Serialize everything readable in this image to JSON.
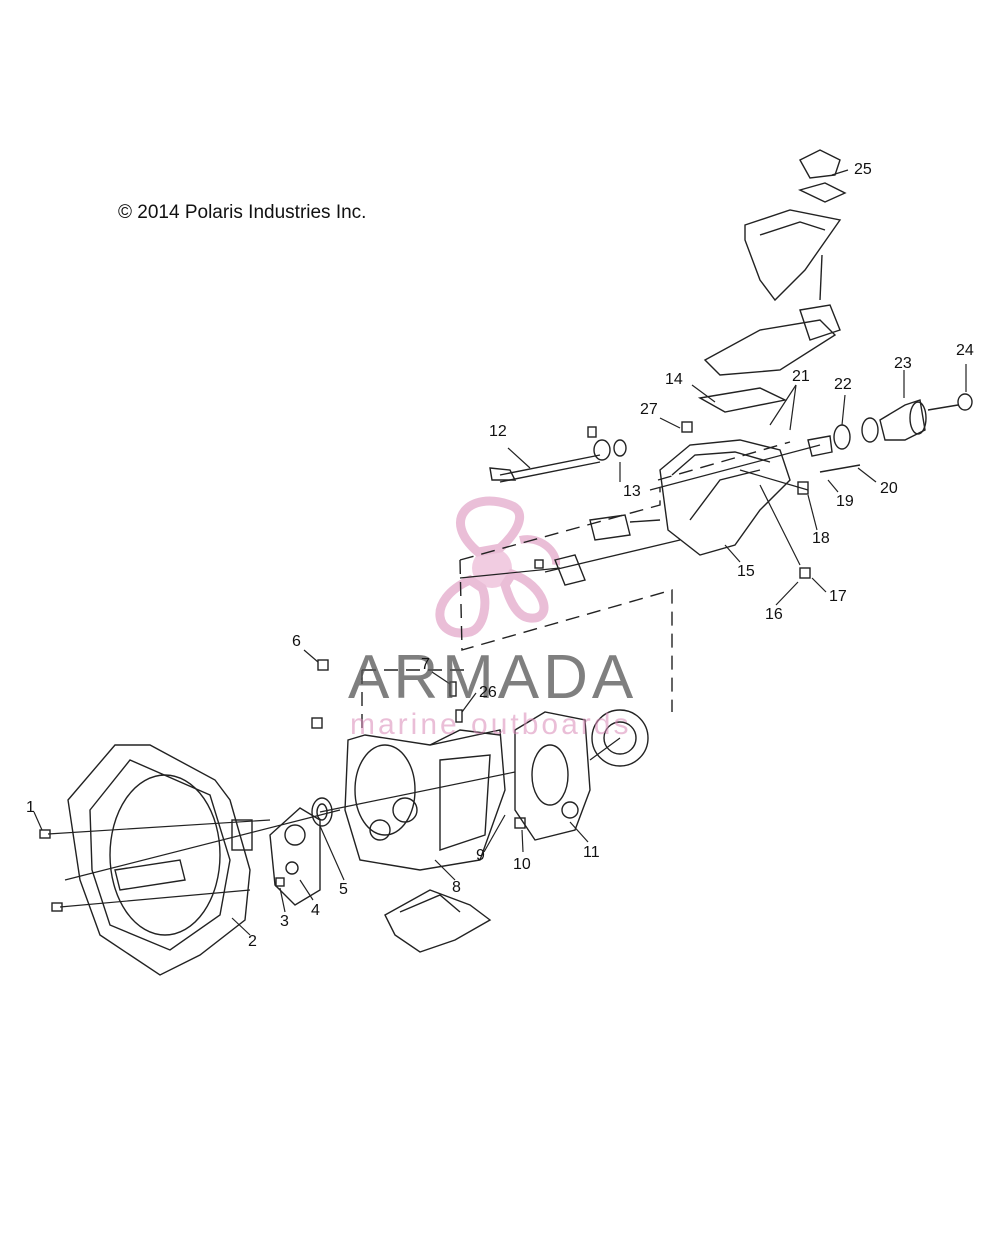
{
  "diagram": {
    "copyright": "© 2014 Polaris Industries Inc.",
    "watermark": {
      "brand": "ARMADA",
      "tagline": "marine outboards"
    },
    "callouts": [
      "1",
      "2",
      "3",
      "4",
      "5",
      "6",
      "7",
      "8",
      "9",
      "10",
      "11",
      "12",
      "13",
      "14",
      "15",
      "16",
      "17",
      "18",
      "19",
      "20",
      "21",
      "22",
      "23",
      "24",
      "25",
      "26",
      "27"
    ],
    "colors": {
      "line": "#222222",
      "watermark_pink": "#d98ab8",
      "watermark_gray": "#555555"
    }
  }
}
